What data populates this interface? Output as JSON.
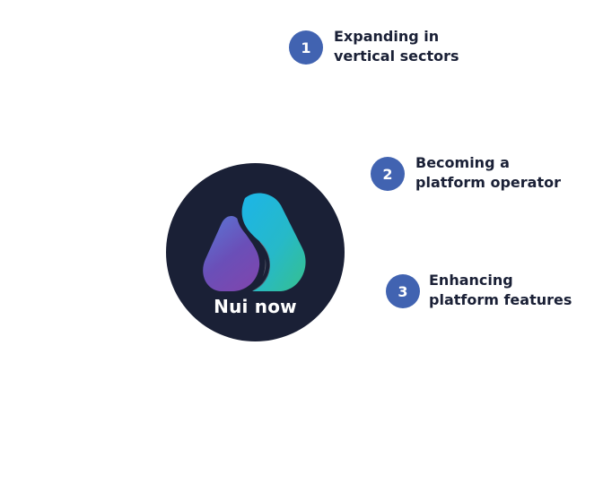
{
  "hub": {
    "label": "Nui now",
    "icon": "nui-logo-icon",
    "colors": {
      "background": "#1a2036",
      "logo_gradient": [
        "#1cb5e8",
        "#2fbfa8",
        "#6c4fb8"
      ]
    }
  },
  "items": [
    {
      "number": "1",
      "text": "Expanding in\nvertical sectors"
    },
    {
      "number": "2",
      "text": "Becoming a\nplatform operator"
    },
    {
      "number": "3",
      "text": "Enhancing\nplatform features"
    }
  ],
  "colors": {
    "badge": "#4163b1",
    "text": "#1a2036"
  }
}
